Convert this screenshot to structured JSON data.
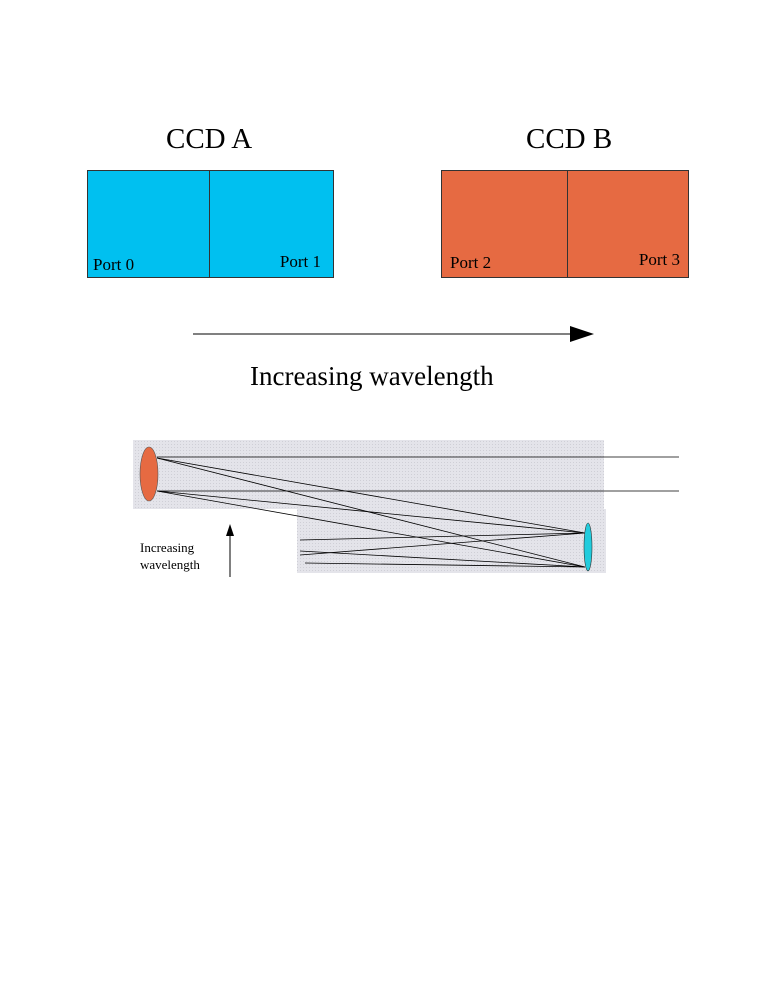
{
  "ccd_a": {
    "title": "CCD A",
    "color": "#00c0f0",
    "ports": [
      "Port 0",
      "Port 1"
    ]
  },
  "ccd_b": {
    "title": "CCD B",
    "color": "#e66a42",
    "ports": [
      "Port 2",
      "Port 3"
    ]
  },
  "main_arrow_label": "Increasing wavelength",
  "optics": {
    "arrow_label_line1": "Increasing",
    "arrow_label_line2": "wavelength",
    "mirror_color": "#e66a42",
    "lens_color": "#22ccdd",
    "shading_color": "#e3e3e8"
  }
}
